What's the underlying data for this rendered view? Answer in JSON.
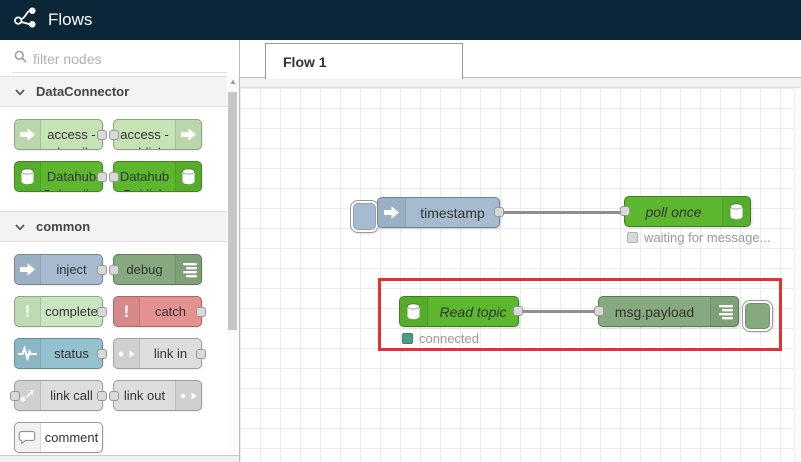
{
  "header": {
    "title": "Flows"
  },
  "palette": {
    "filter_placeholder": "filter nodes",
    "sections": [
      {
        "label": "DataConnector",
        "nodes": [
          {
            "label": "access -",
            "label2": "subscribe",
            "color": "#c7e3b5",
            "icon": "arrow-right-icon",
            "icon_side": "left",
            "ports": "right"
          },
          {
            "label": "access -",
            "label2": "publish",
            "color": "#c7e3b5",
            "icon": "arrow-right-icon",
            "icon_side": "right",
            "ports": "left"
          },
          {
            "label": "Datahub",
            "label2": "Subscribe",
            "color": "#5cb72e",
            "icon": "database-icon",
            "icon_side": "left",
            "ports": "right"
          },
          {
            "label": "Datahub",
            "label2": "Publish",
            "color": "#5cb72e",
            "icon": "database-icon",
            "icon_side": "right",
            "ports": "left"
          }
        ]
      },
      {
        "label": "common",
        "nodes": [
          {
            "label": "inject",
            "color": "#a6bbcf",
            "icon": "arrow-right-icon",
            "icon_side": "left",
            "ports": "right"
          },
          {
            "label": "debug",
            "color": "#87a980",
            "icon": "list-icon",
            "icon_side": "right",
            "ports": "left"
          },
          {
            "label": "complete",
            "color": "#c8e7c0",
            "icon": "exclamation-icon",
            "icon_side": "left",
            "ports": "right"
          },
          {
            "label": "catch",
            "color": "#e49191",
            "icon": "exclamation-icon",
            "icon_side": "left",
            "ports": "right"
          },
          {
            "label": "status",
            "color": "#94c1d0",
            "icon": "pulse-icon",
            "icon_side": "left",
            "ports": "right"
          },
          {
            "label": "link in",
            "color": "#dddddd",
            "icon": "link-in-icon",
            "icon_side": "left",
            "ports": "right"
          },
          {
            "label": "link call",
            "color": "#dddddd",
            "icon": "link-call-icon",
            "icon_side": "left",
            "ports": "both"
          },
          {
            "label": "link out",
            "color": "#dddddd",
            "icon": "link-out-icon",
            "icon_side": "right",
            "ports": "left"
          },
          {
            "label": "comment",
            "color": "#ffffff",
            "icon": "comment-icon",
            "icon_side": "left",
            "ports": "none"
          }
        ]
      }
    ]
  },
  "workspace": {
    "tab_label": "Flow 1"
  },
  "flow": {
    "timestamp": {
      "label": "timestamp",
      "color": "#a6bbcf"
    },
    "poll_once": {
      "label": "poll once",
      "color": "#5cb72e",
      "status": "waiting for message..."
    },
    "read_topic": {
      "label": "Read topic",
      "color": "#5cb72e",
      "status": "connected"
    },
    "msg_payload": {
      "label": "msg.payload",
      "color": "#87a980"
    }
  },
  "colors": {
    "header_bg": "#0b2636",
    "highlight_red": "#e23333",
    "status_connected": "#4a9e82",
    "status_empty": "#d9d9d9",
    "wire": "#8f8f8f"
  }
}
